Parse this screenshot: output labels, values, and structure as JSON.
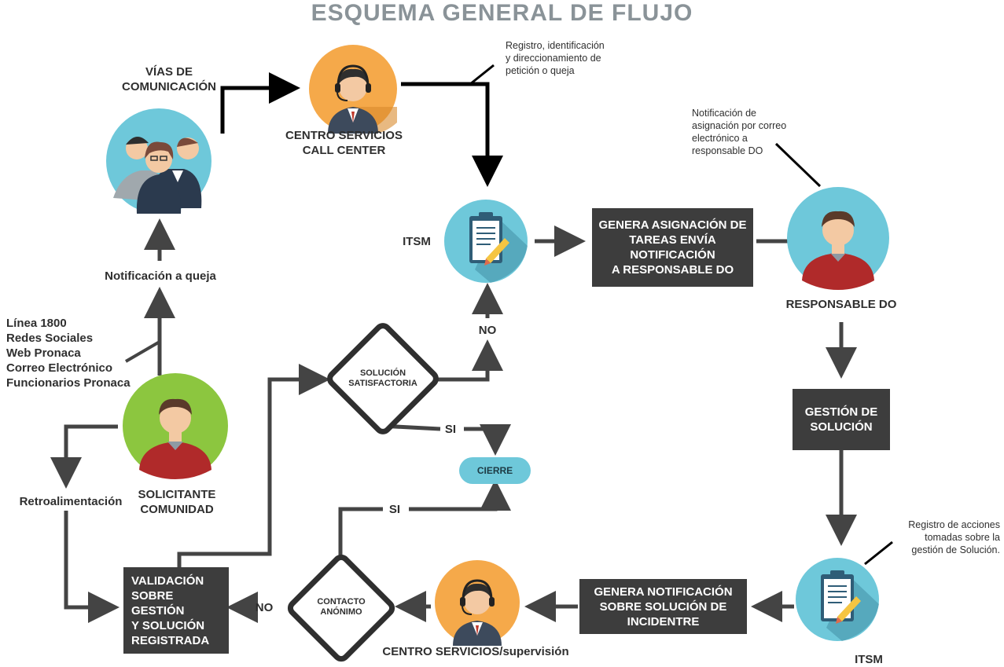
{
  "title": "ESQUEMA GENERAL DE FLUJO",
  "nodes": {
    "vias_comunicacion": [
      "VÍAS DE",
      "COMUNICACIÓN"
    ],
    "call_center": [
      "CENTRO SERVICIOS",
      "CALL CENTER"
    ],
    "itsm_top": "ITSM",
    "itsm_bottom": "ITSM",
    "responsable_do": "RESPONSABLE DO",
    "solicitante": [
      "SOLICITANTE",
      "COMUNIDAD"
    ],
    "centro_supervision": "CENTRO SERVICIOS/supervisión"
  },
  "boxes": {
    "genera_asignacion": [
      "GENERA ASIGNACIÓN DE",
      "TAREAS ENVÍA",
      "NOTIFICACIÓN",
      "A RESPONSABLE DO"
    ],
    "gestion_solucion": [
      "GESTIÓN DE",
      "SOLUCIÓN"
    ],
    "genera_notificacion": [
      "GENERA NOTIFICACIÓN",
      "SOBRE SOLUCIÓN DE",
      "INCIDENTRE"
    ],
    "validacion": [
      "VALIDACIÓN",
      "SOBRE",
      "GESTIÓN",
      "Y SOLUCIÓN",
      "REGISTRADA"
    ]
  },
  "decisions": {
    "solucion": [
      "SOLUCIÓN",
      "SATISFACTORIA"
    ],
    "contacto": [
      "CONTACTO",
      "ANÓNIMO"
    ]
  },
  "cierre": "CIERRE",
  "edge_labels": {
    "no_top": "NO",
    "si_top": "SI",
    "si_bottom": "SI",
    "no_bottom": "NO",
    "notificacion_queja": "Notificación a queja",
    "retroalimentacion": "Retroalimentación"
  },
  "channels": [
    "Línea 1800",
    "Redes Sociales",
    "Web Pronaca",
    "Correo Electrónico",
    "Funcionarios Pronaca"
  ],
  "notes": {
    "registro": [
      "Registro, identificación",
      "y direccionamiento de",
      "petición o queja"
    ],
    "notificacion_asignacion": [
      "Notificación de",
      "asignación por correo",
      "electrónico a",
      "responsable DO"
    ],
    "registro_acciones": [
      "Registro de acciones",
      "tomadas sobre la",
      "gestión de Solución."
    ]
  },
  "colors": {
    "title": "#8a9398",
    "box": "#3d3d3d",
    "circle_blue": "#6ec8da",
    "circle_orange": "#f5a94a",
    "circle_green": "#8cc63f",
    "arrow": "#000000",
    "arrow_gray": "#444444",
    "cierre_pill": "#6ec8da"
  },
  "icons": [
    "people-group-icon",
    "call-center-agent-icon",
    "clipboard-pencil-icon",
    "person-icon",
    "customer-service-icon"
  ]
}
